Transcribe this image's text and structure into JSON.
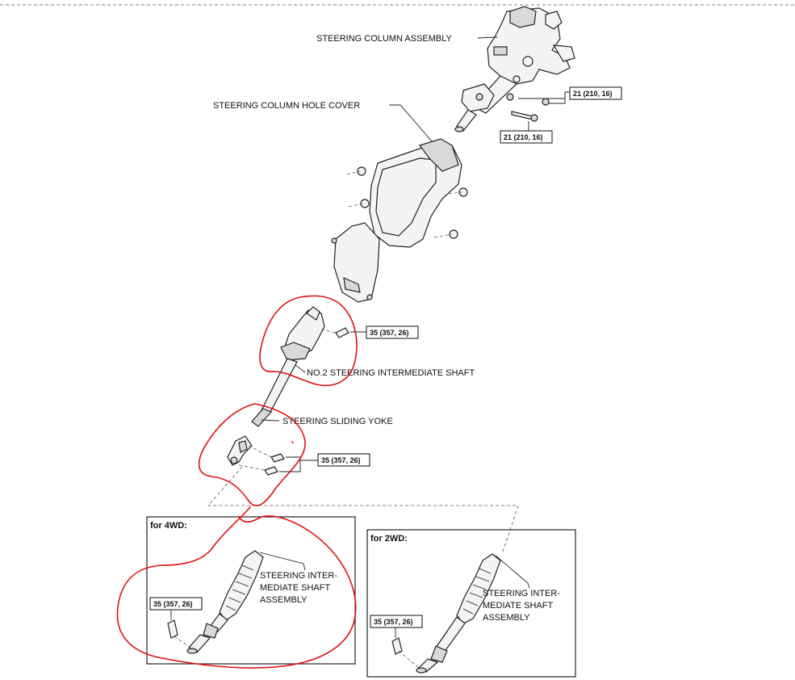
{
  "labels": {
    "column_assembly": "STEERING COLUMN ASSEMBLY",
    "hole_cover": "STEERING COLUMN HOLE COVER",
    "no2_shaft": "NO.2 STEERING INTERMEDIATE SHAFT",
    "sliding_yoke": "STEERING SLIDING YOKE",
    "shaft_assembly_4wd": [
      "STEERING INTER-",
      "MEDIATE SHAFT",
      "ASSEMBLY"
    ],
    "shaft_assembly_2wd": [
      "STEERING INTER-",
      "MEDIATE SHAFT",
      "ASSEMBLY"
    ]
  },
  "torque_specs": {
    "column_upper": "21 (210, 16)",
    "column_lower": "21 (210, 16)",
    "no2_shaft_bolt": "35 (357, 26)",
    "sliding_yoke_bolts": "35 (357, 26)",
    "shaft_4wd_bolt": "35 (357, 26)",
    "shaft_2wd_bolt": "35 (357, 26)"
  },
  "insets": {
    "four_wd_title": "for 4WD:",
    "two_wd_title": "for 2WD:"
  },
  "colors": {
    "line": "#222222",
    "annotation": "#e01010",
    "background": "#ffffff"
  }
}
